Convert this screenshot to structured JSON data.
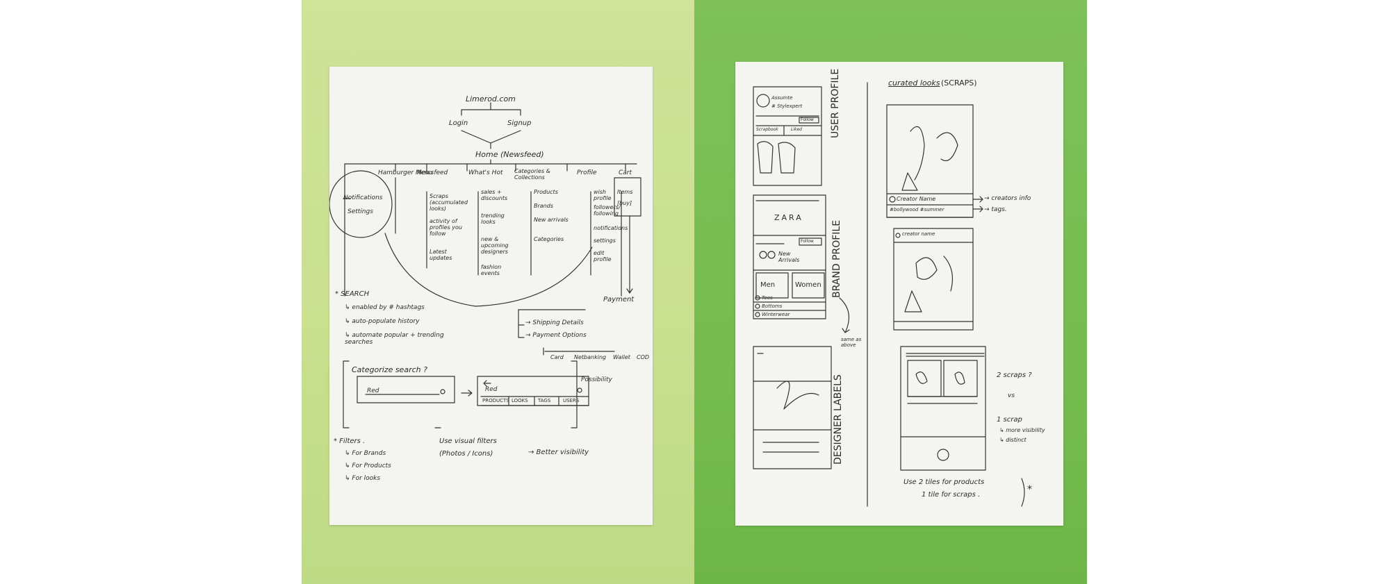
{
  "left_sheet": {
    "root": "Limerod.com",
    "login": "Login",
    "signup": "Signup",
    "home": "Home (Newsfeed)",
    "columns": [
      {
        "title": "Hamburger Menu",
        "items": [
          "Notifications",
          "Settings"
        ]
      },
      {
        "title": "Newsfeed",
        "items": [
          "Scraps (accumulated looks)",
          "activity of profiles you follow",
          "Latest updates"
        ]
      },
      {
        "title": "What's Hot",
        "items": [
          "sales + discounts",
          "trending looks",
          "new & upcoming designers",
          "fashion events"
        ]
      },
      {
        "title": "Categories & Collections",
        "items": [
          "Products",
          "Brands",
          "New arrivals",
          "Categories"
        ]
      },
      {
        "title": "Profile",
        "items": [
          "wish profile",
          "followers/ following",
          "notifications",
          "settings",
          "edit profile"
        ]
      },
      {
        "title": "Cart",
        "items": [
          "Items",
          "[buy]"
        ]
      }
    ],
    "search": {
      "heading": "* SEARCH",
      "items": [
        "↳ enabled by # hashtags",
        "↳ auto-populate history",
        "↳ automate popular + trending searches"
      ]
    },
    "payment": {
      "heading": "Payment",
      "items": [
        "→ Shipping Details",
        "→ Payment Options"
      ],
      "options": [
        "Card",
        "Netbanking",
        "Wallet",
        "COD"
      ]
    },
    "categorize": {
      "question": "Categorize search ?",
      "possibility": "Possibility",
      "query": "Red",
      "tabs": [
        "PRODUCTS",
        "LOOKS",
        "TAGS",
        "USERS"
      ]
    },
    "filters": {
      "heading": "* Filters .",
      "items": [
        "↳ For Brands",
        "↳ For Products",
        "↳ For looks"
      ]
    },
    "visual_filters": {
      "line1": "Use visual filters",
      "line2": "(Photos / Icons)",
      "result": "→ Better visibility"
    }
  },
  "right_sheet": {
    "user_profile_label": "USER PROFILE",
    "user_card": {
      "name": "Assumte",
      "subtitle": "# Stylexpert",
      "follow": "Follow",
      "tabs": [
        "Scrapbook",
        "Liked"
      ]
    },
    "brand_profile_label": "BRAND PROFILE",
    "brand_card": {
      "brand": "ZARA",
      "follow": "Follow",
      "new_arrivals": "New Arrivals",
      "sections": [
        "Men",
        "Women"
      ],
      "list": [
        "Tees",
        "Bottoms",
        "Winterwear"
      ]
    },
    "same_as_above": "same as above",
    "designer_labels_label": "DESIGNER LABELS",
    "curated_title": "curated looks",
    "curated_sub": "(SCRAPS)",
    "scrap_card": {
      "creator": "Creator Name",
      "tags": "#bollywood #summer"
    },
    "annotations": {
      "creator_info": "→ creators info",
      "tags": "→ tags."
    },
    "scrap_card2": {
      "creator": "creator name"
    },
    "comparison": {
      "q": "2 scraps ?",
      "vs": "vs",
      "one": "1 scrap",
      "a": "↳ more visibility",
      "b": "↳ distinct"
    },
    "note": {
      "line1": "Use 2 tiles for products",
      "line2": "1 tile for scraps .",
      "star": "*"
    }
  }
}
